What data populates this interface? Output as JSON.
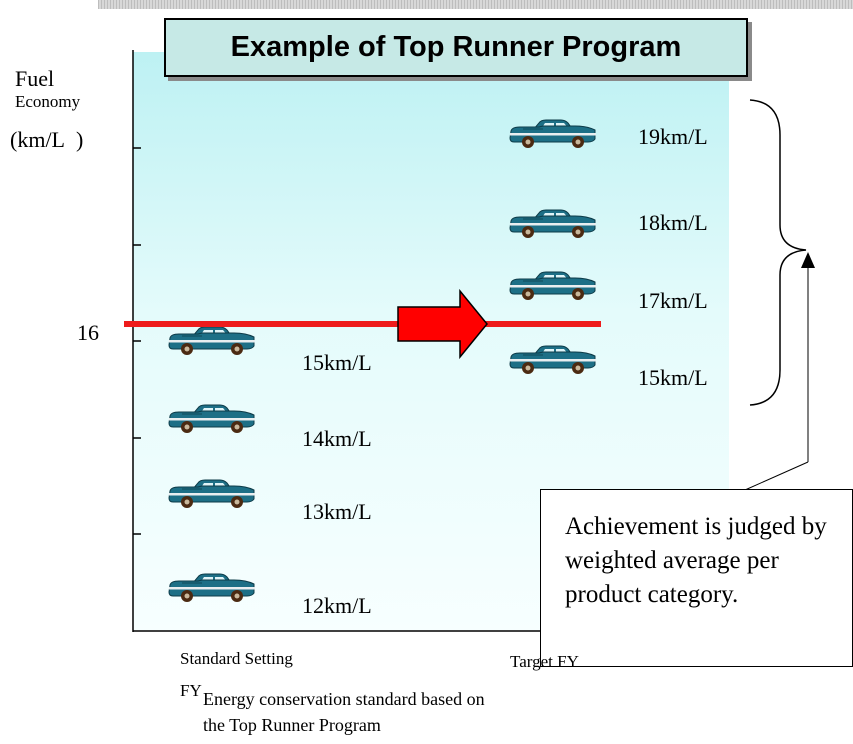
{
  "title": "Example of Top Runner Program",
  "y_axis": {
    "label_line1": "Fuel",
    "label_line2": "Economy",
    "unit": "(km/L  )",
    "mark_value": "16"
  },
  "left_cars": [
    {
      "label": "15km/L"
    },
    {
      "label": "14km/L"
    },
    {
      "label": "13km/L"
    },
    {
      "label": "12km/L"
    }
  ],
  "right_cars": [
    {
      "label": "19km/L"
    },
    {
      "label": "18km/L"
    },
    {
      "label": "17km/L"
    },
    {
      "label": "15km/L"
    }
  ],
  "x_axis": {
    "left_label_line1": "Standard Setting",
    "left_label_line2": "FY",
    "right_label": "Target FY"
  },
  "caption_line1": "Energy conservation standard based on",
  "caption_line2": "the Top Runner Program",
  "note": "Achievement is judged by weighted average per product category.",
  "colors": {
    "car_body": "#1d6f86",
    "standard_line": "#ee1c1c",
    "arrow_fill": "#ff0000",
    "title_bg": "#c6e9e6"
  }
}
